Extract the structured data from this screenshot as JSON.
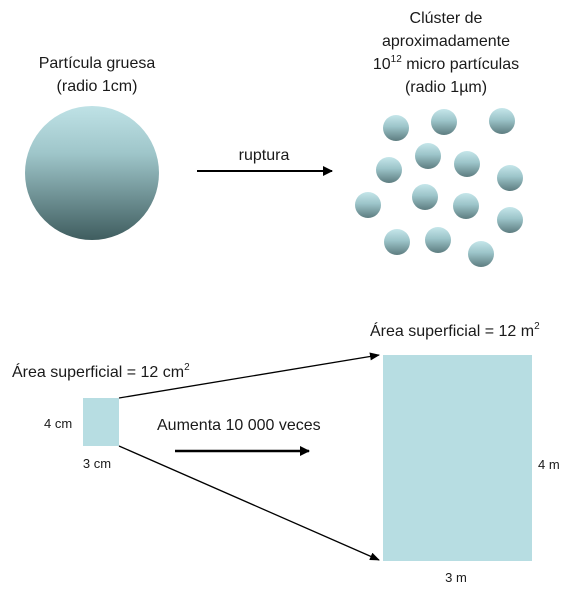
{
  "top": {
    "coarse_label": [
      "Partícula gruesa",
      "(radio 1cm)"
    ],
    "arrow_label": "ruptura",
    "cluster_label": {
      "line1": "Clúster de",
      "line2": "aproximadamente",
      "line3_base": "10",
      "line3_exp": "12",
      "line3_rest": " micro partículas",
      "line4": "(radio 1µm)"
    }
  },
  "bottom": {
    "small_area": {
      "prefix": "Área superficial = 12 cm",
      "exp": "2"
    },
    "small_height": "4 cm",
    "small_width": "3 cm",
    "growth_label": "Aumenta 10 000 veces",
    "large_area": {
      "prefix": "Área superficial = 12 m",
      "exp": "2"
    },
    "large_height": "4 m",
    "large_width": "3 m"
  },
  "colors": {
    "square_fill": "#b7dde2",
    "sphere_light": "#b9dde2",
    "sphere_dark": "#4c6a6c",
    "arrow": "#000000"
  }
}
